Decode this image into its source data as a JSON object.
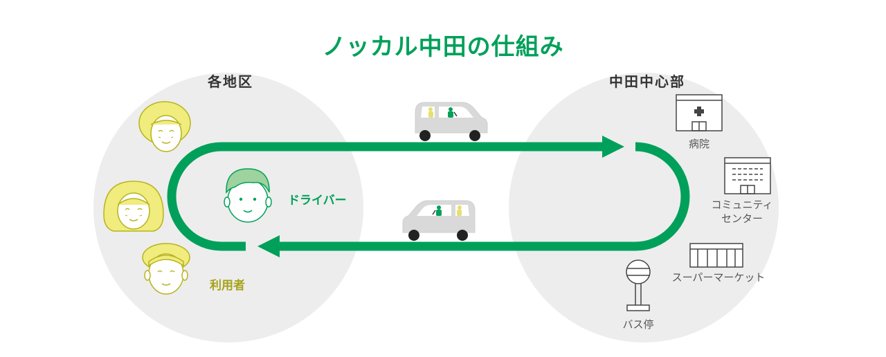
{
  "title": "ノッカル中田の仕組み",
  "areas": {
    "left": "各地区",
    "right": "中田中心部"
  },
  "roles": {
    "driver": "ドライバー",
    "user": "利用者"
  },
  "facilities": {
    "hospital": "病院",
    "community_line1": "コミュニティ",
    "community_line2": "センター",
    "supermarket": "スーパーマーケット",
    "bus_stop": "バス停"
  },
  "colors": {
    "accent_green": "#00a05a",
    "area_gray": "#ededed",
    "user_yellow": "#f0ec7e",
    "user_stroke": "#b7b31d",
    "driver_green": "#9ed29e",
    "car_gray": "#d9d9d9",
    "text_dark": "#333333",
    "text_mid": "#555555",
    "icon_stroke": "#444444"
  },
  "icons": {
    "hospital": "hospital-icon",
    "community_center": "building-icon",
    "supermarket": "store-icon",
    "bus_stop": "bus-stop-sign-icon",
    "car": "car-icon"
  }
}
